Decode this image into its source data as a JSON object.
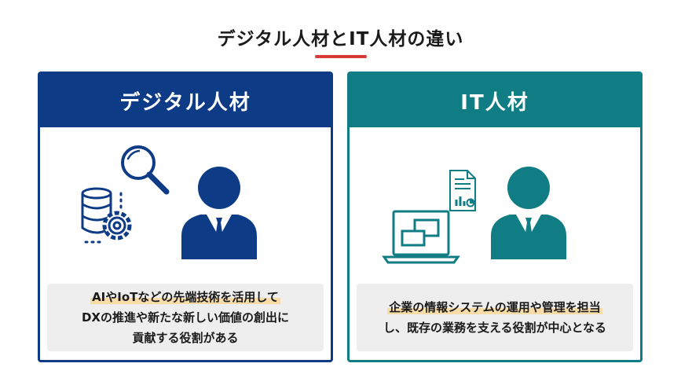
{
  "title": "デジタル人材とIT人材の違い",
  "colors": {
    "digital": "#0d3b86",
    "it": "#107d85",
    "accent": "#d83a3a",
    "highlight": "#f7dca8"
  },
  "digital": {
    "heading": "デジタル人材",
    "icons": [
      "database-gear-icon",
      "magnifier-icon",
      "person-suit-icon"
    ],
    "lines": [
      "AIやIoTなどの先端技術を活用して",
      "DXの推進や新たな新しい価値の創出に",
      "貢献する役割がある"
    ]
  },
  "it": {
    "heading": "IT人材",
    "icons": [
      "laptop-icon",
      "document-chart-icon",
      "person-suit-icon"
    ],
    "lines": [
      "企業の情報システムの運用や管理を担当",
      "し、既存の業務を支える役割が中心となる"
    ]
  }
}
